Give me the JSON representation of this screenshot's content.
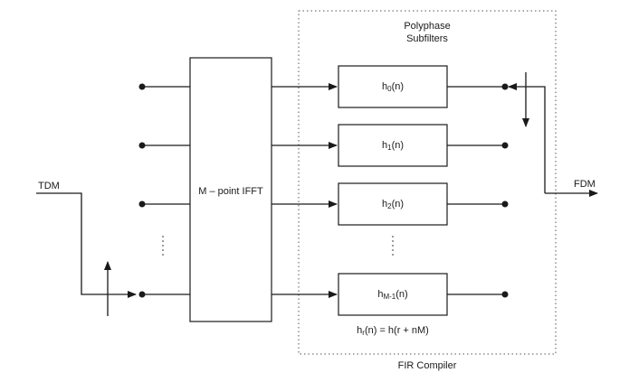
{
  "labels": {
    "polyphase_line1": "Polyphase",
    "polyphase_line2": "Subfilters",
    "ifft": "M – point IFFT",
    "tdm": "TDM",
    "fdm": "FDM",
    "fir_compiler": "FIR Compiler",
    "vdots": "⋮"
  },
  "filters": [
    {
      "name": "h",
      "sub": "0",
      "arg": "(n)"
    },
    {
      "name": "h",
      "sub": "1",
      "arg": "(n)"
    },
    {
      "name": "h",
      "sub": "2",
      "arg": "(n)"
    },
    {
      "name": "h",
      "sub": "M-1",
      "arg": "(n)"
    }
  ],
  "equation": {
    "lhs_name": "h",
    "lhs_sub": "r",
    "rhs": "(n) = h(r + nM)"
  },
  "colors": {
    "line": "#1a1a1a",
    "box_border": "#1a1a1a",
    "dotted_border": "#555555"
  }
}
